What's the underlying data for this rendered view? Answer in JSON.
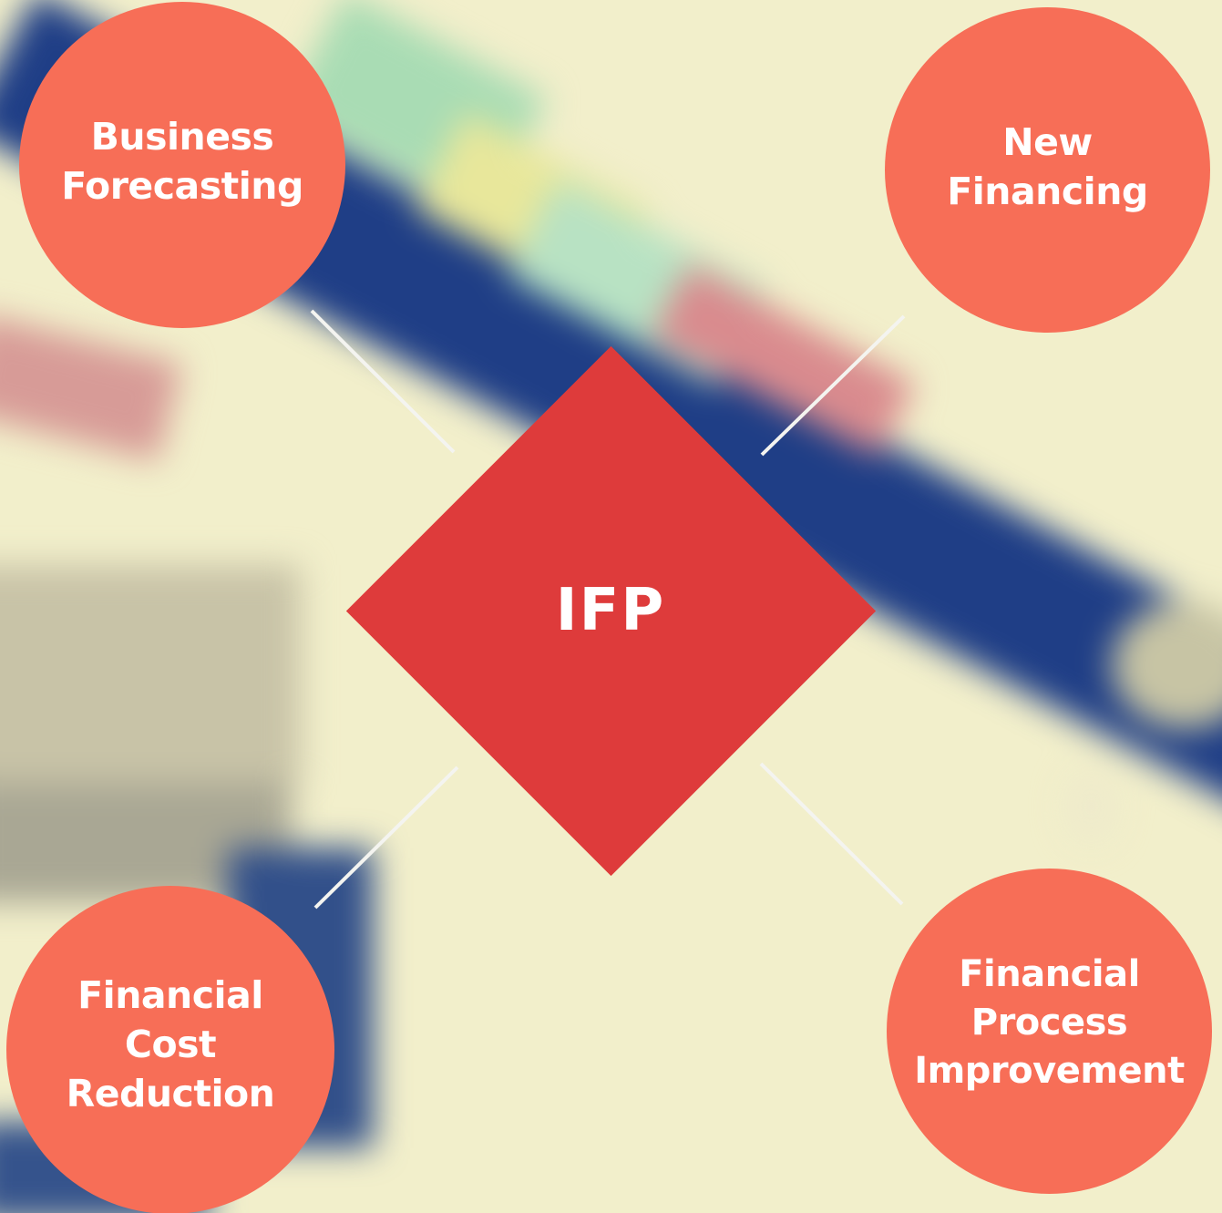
{
  "diagram": {
    "center": {
      "label": "IFP"
    },
    "nodes": [
      {
        "id": "top-left",
        "lines": [
          "Business",
          "Forecasting"
        ]
      },
      {
        "id": "top-right",
        "lines": [
          "New",
          "Financing"
        ]
      },
      {
        "id": "bottom-left",
        "lines": [
          "Financial",
          "Cost",
          "Reduction"
        ]
      },
      {
        "id": "bottom-right",
        "lines": [
          "Financial",
          "Process",
          "Improvement"
        ]
      }
    ]
  },
  "colors": {
    "background": "#f2efcb",
    "center_diamond": "#de3b3b",
    "node_circle": "#f76e57",
    "text": "#ffffff",
    "connector": "#f4f4f0"
  }
}
